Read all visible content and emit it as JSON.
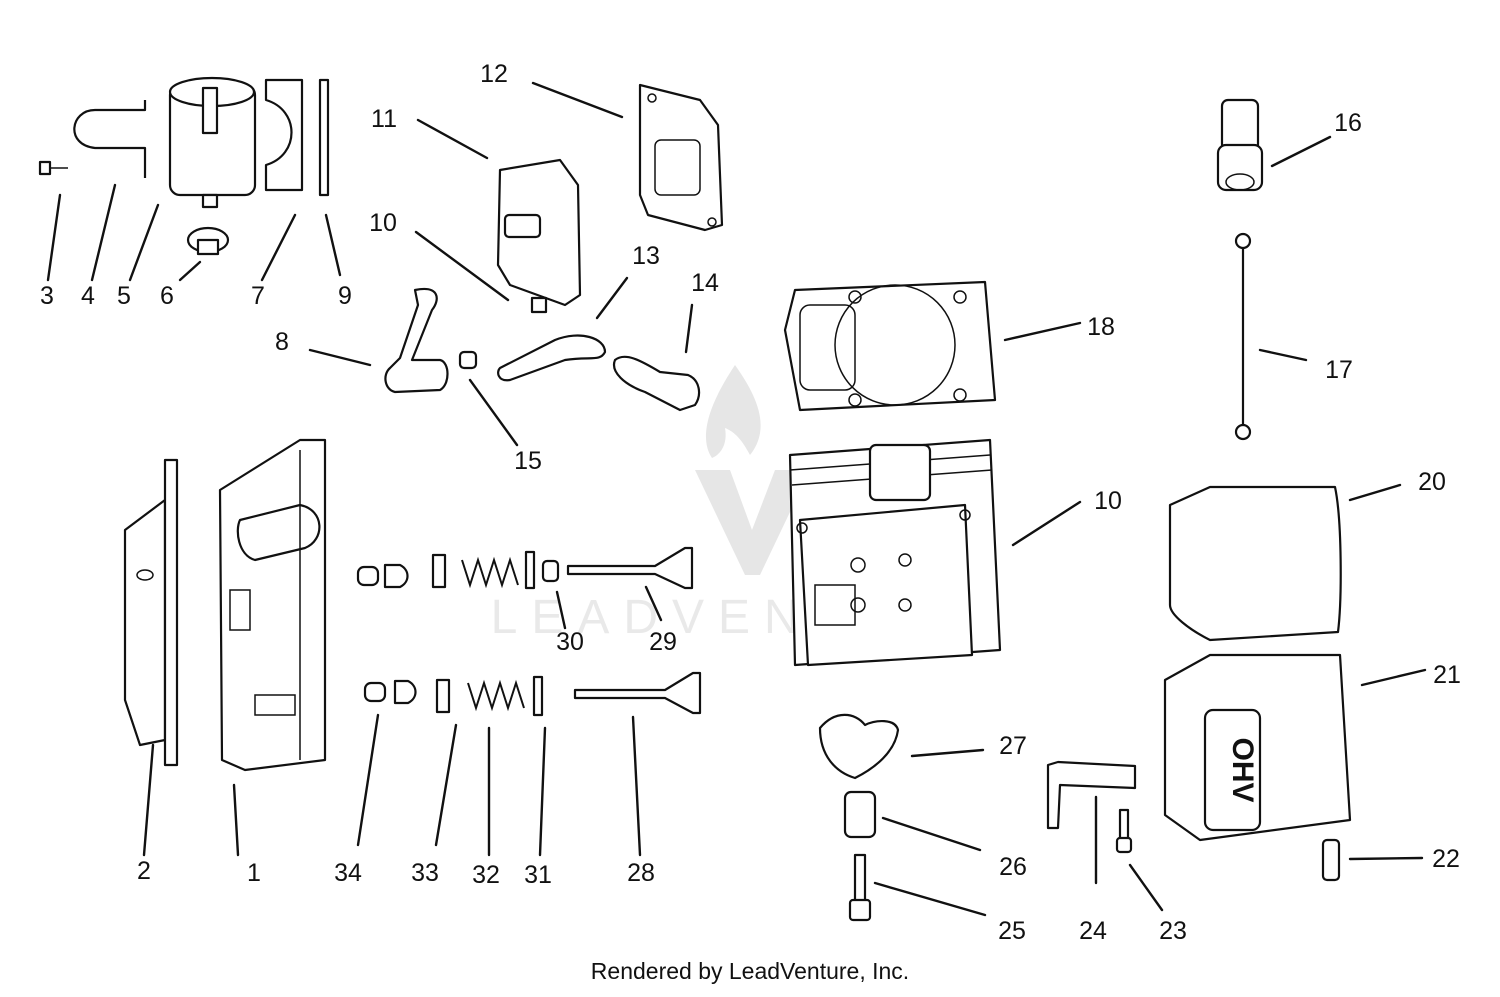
{
  "diagram": {
    "callouts": [
      "3",
      "4",
      "5",
      "6",
      "7",
      "9",
      "12",
      "11",
      "10",
      "13",
      "14",
      "8",
      "15",
      "16",
      "17",
      "18",
      "2",
      "1",
      "34",
      "33",
      "32",
      "31",
      "28",
      "30",
      "29",
      "10",
      "20",
      "21",
      "27",
      "26",
      "25",
      "24",
      "23",
      "22"
    ],
    "watermark": {
      "text": "LEADVENTURE"
    }
  },
  "footer": {
    "credit": "Rendered by LeadVenture, Inc."
  }
}
